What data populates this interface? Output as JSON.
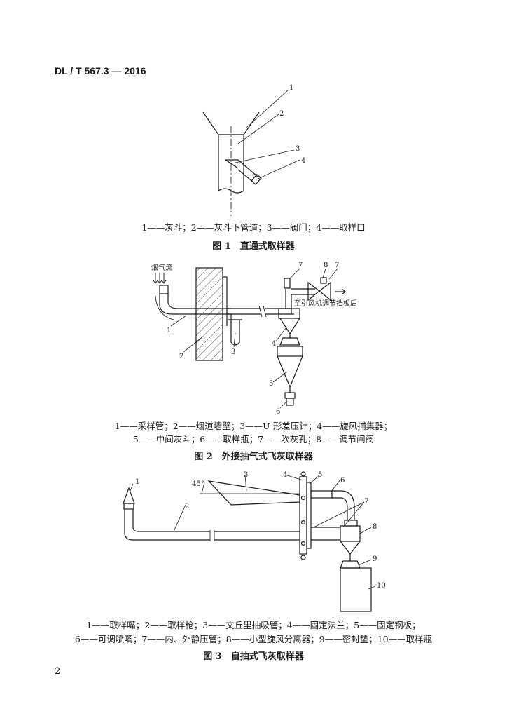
{
  "header": "DL / T 567.3 — 2016",
  "page_number": "2",
  "figure1": {
    "labels": [
      "1",
      "2",
      "3",
      "4"
    ],
    "legend": "1——灰斗；2——灰斗下管道；3——阀门；4——取样口",
    "caption": "图 1　直通式取样器"
  },
  "figure2": {
    "labels": [
      "1",
      "2",
      "3",
      "4",
      "5",
      "6",
      "7",
      "7",
      "8"
    ],
    "flue_gas_label": "烟气流",
    "outlet_label": "至引风机调节挡板后",
    "legend_line1": "1——采样管；2——烟道墙壁；3——U 形差压计；4——旋风捕集器；",
    "legend_line2": "5——中间灰斗；6——取样瓶；7——吹灰孔；8——调节闸阀",
    "caption": "图 2　外接抽气式飞灰取样器"
  },
  "figure3": {
    "labels": [
      "1",
      "2",
      "3",
      "4",
      "5",
      "6",
      "7",
      "8",
      "9",
      "10"
    ],
    "angle_label": "45°",
    "legend_line1": "1——取样嘴；2——取样枪；3——文丘里抽吸管；4——固定法兰；5——固定钢板；",
    "legend_line2": "6——可调喷嘴；7——内、外静压管；8——小型旋风分离器；9——密封垫；10——取样瓶",
    "caption": "图 3　自抽式飞灰取样器"
  }
}
